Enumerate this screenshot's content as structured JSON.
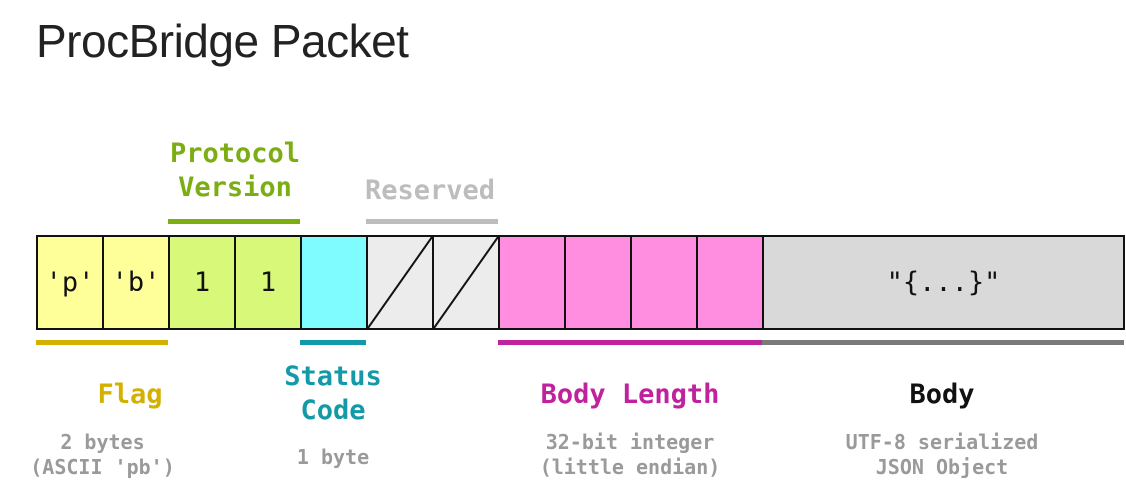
{
  "title": "ProcBridge Packet",
  "colors": {
    "flag": "#d4b000",
    "flag_fill": "#ffff99",
    "version": "#7cad12",
    "version_fill": "#d8f87a",
    "status": "#139aa8",
    "status_fill": "#7ffcff",
    "reserved": "#bdbdbd",
    "reserved_fill": "#ececec",
    "length": "#c0229e",
    "length_fill": "#ff8ee0",
    "body": "#7a7a7a",
    "body_fill": "#d9d9d9"
  },
  "cells": {
    "flag_p": "'p'",
    "flag_b": "'b'",
    "version_1": "1",
    "version_2": "1",
    "body": "\"{...}\""
  },
  "labels": {
    "protocol_version": "Protocol\nVersion",
    "reserved": "Reserved",
    "flag": "Flag",
    "flag_desc": "2 bytes\n(ASCII 'pb')",
    "status_code": "Status\nCode",
    "status_desc": "1 byte",
    "body_length": "Body Length",
    "body_length_desc": "32-bit integer\n(little endian)",
    "body": "Body",
    "body_desc": "UTF-8 serialized\nJSON Object"
  }
}
